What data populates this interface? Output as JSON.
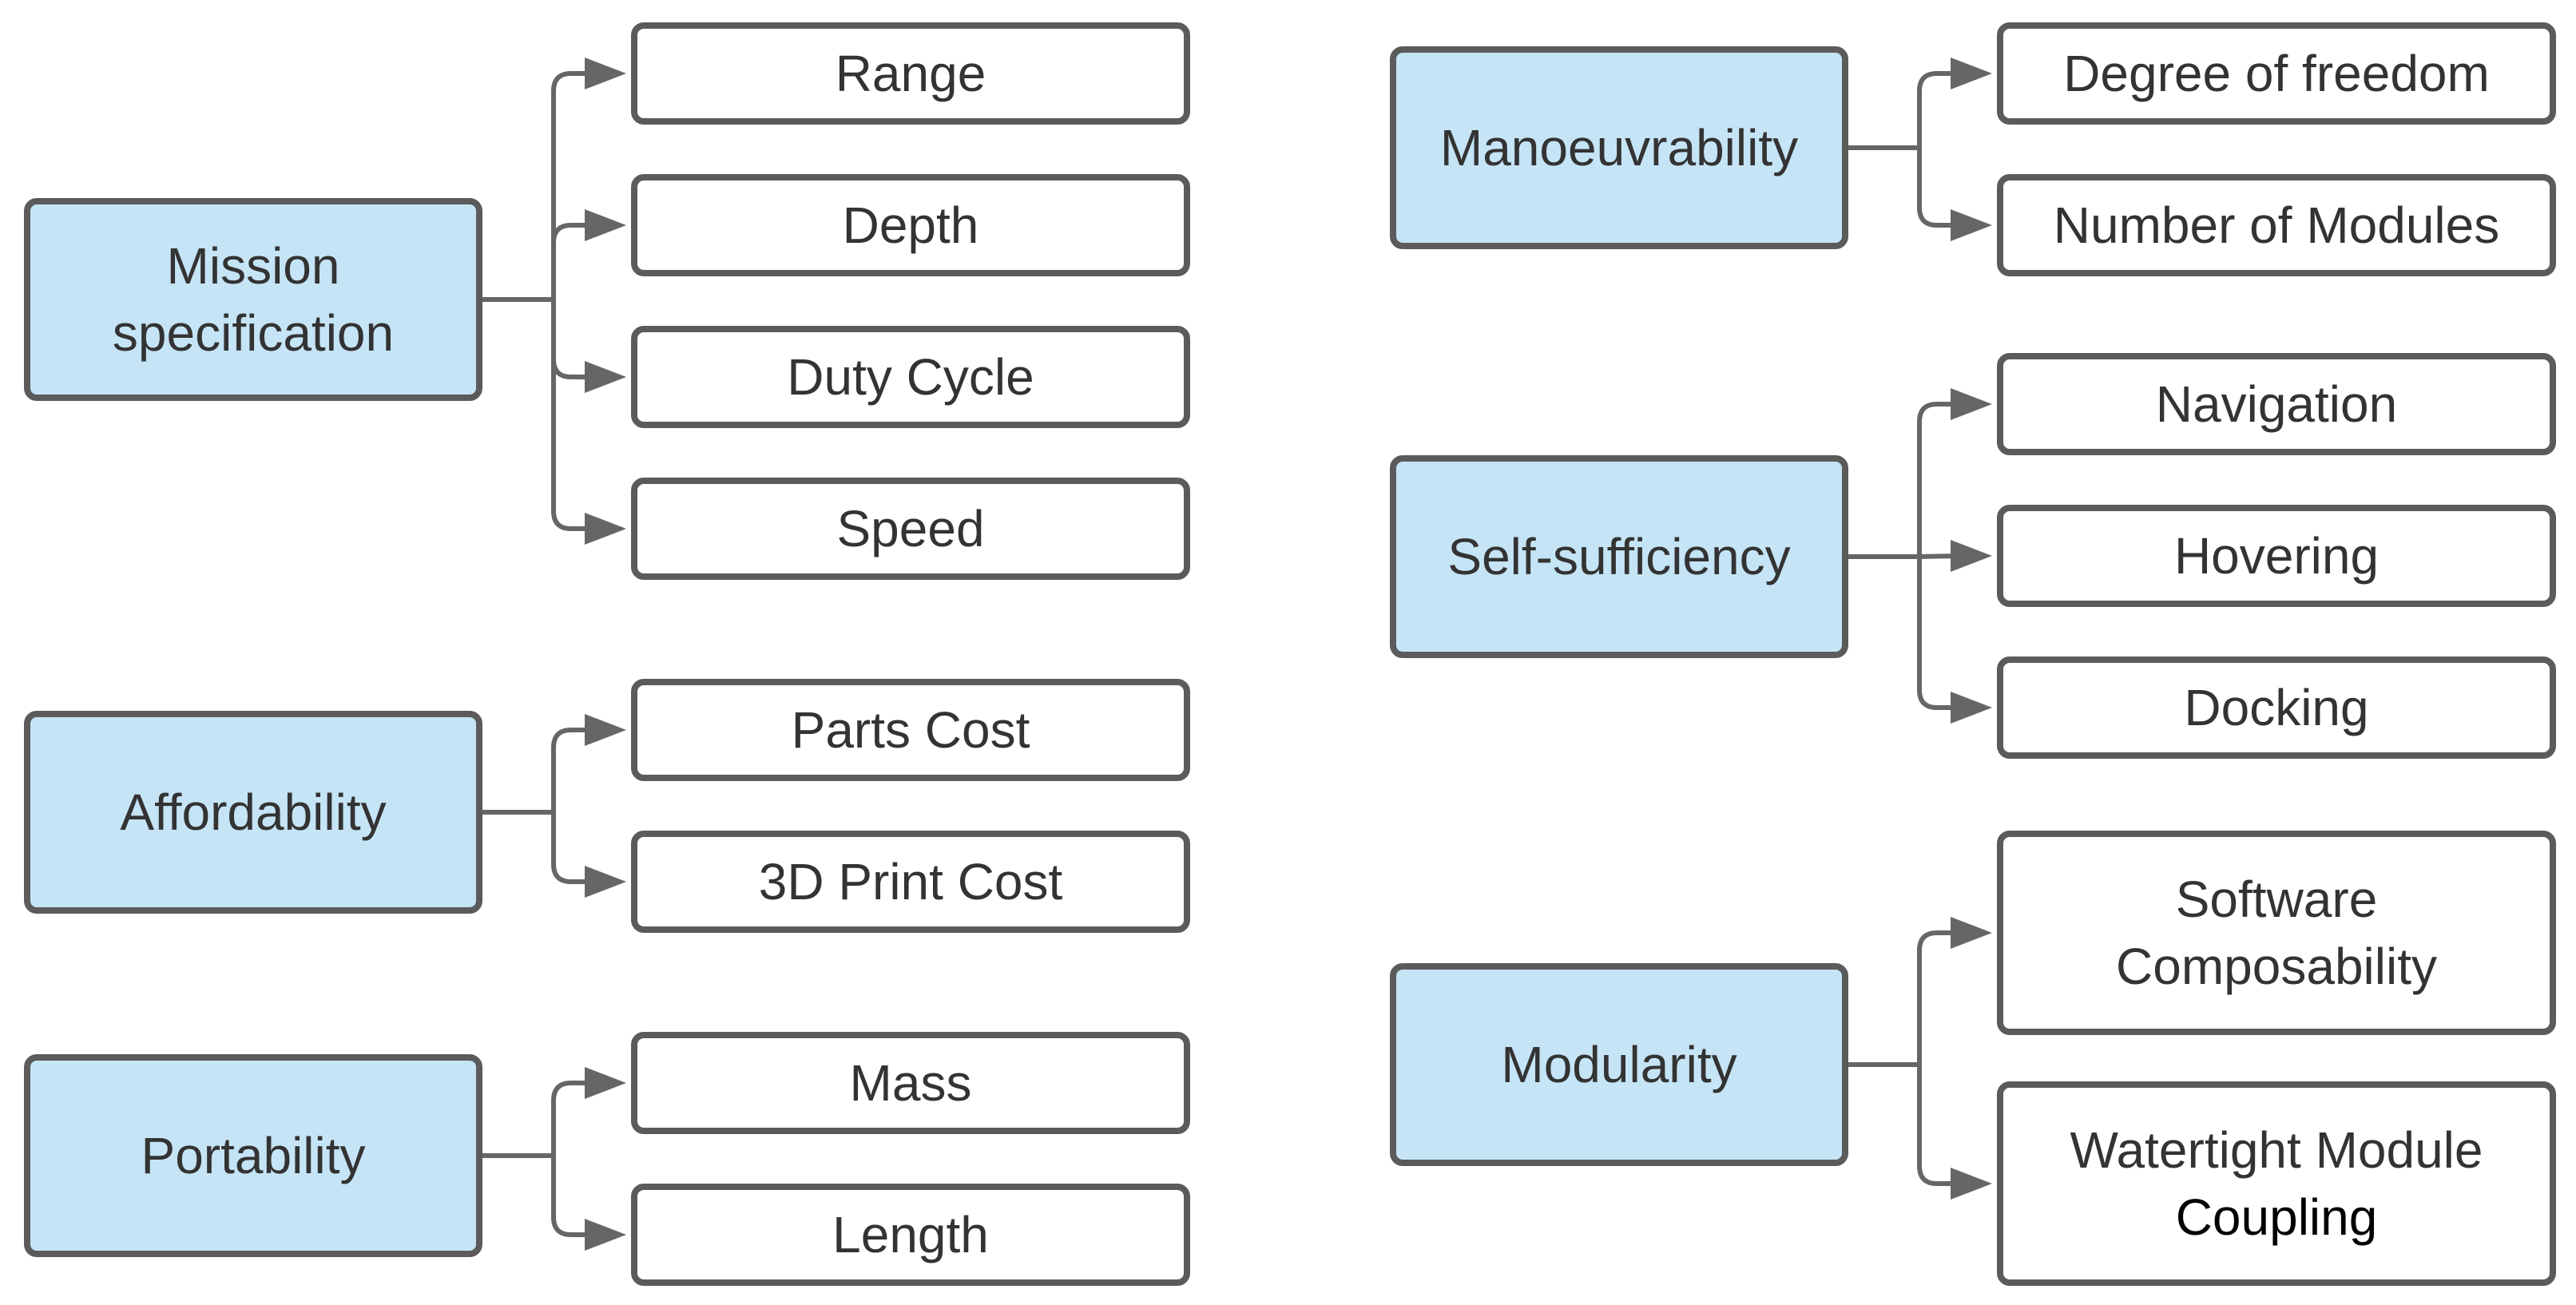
{
  "colors": {
    "parent_fill": "#c5e4f6",
    "child_fill": "#ffffff",
    "border": "#5b5b5b",
    "connector": "#666666",
    "text": "#333333"
  },
  "groups": [
    {
      "id": "mission",
      "label": "Mission\nspecification",
      "children": [
        {
          "label": "Range"
        },
        {
          "label": "Depth"
        },
        {
          "label": "Duty Cycle"
        },
        {
          "label": "Speed"
        }
      ]
    },
    {
      "id": "affordability",
      "label": "Affordability",
      "children": [
        {
          "label": "Parts Cost"
        },
        {
          "label": "3D Print Cost"
        }
      ]
    },
    {
      "id": "portability",
      "label": "Portability",
      "children": [
        {
          "label": "Mass"
        },
        {
          "label": "Length"
        }
      ]
    },
    {
      "id": "manoeuvrability",
      "label": "Manoeuvrability",
      "children": [
        {
          "label": "Degree of freedom"
        },
        {
          "label": "Number of Modules"
        }
      ]
    },
    {
      "id": "self-sufficiency",
      "label": "Self-sufficiency",
      "children": [
        {
          "label": "Navigation"
        },
        {
          "label": "Hovering"
        },
        {
          "label": "Docking"
        }
      ]
    },
    {
      "id": "modularity",
      "label": "Modularity",
      "children": [
        {
          "label": "Software\nComposability"
        },
        {
          "label": "Watertight Module",
          "label2": "Coupling"
        }
      ]
    }
  ]
}
